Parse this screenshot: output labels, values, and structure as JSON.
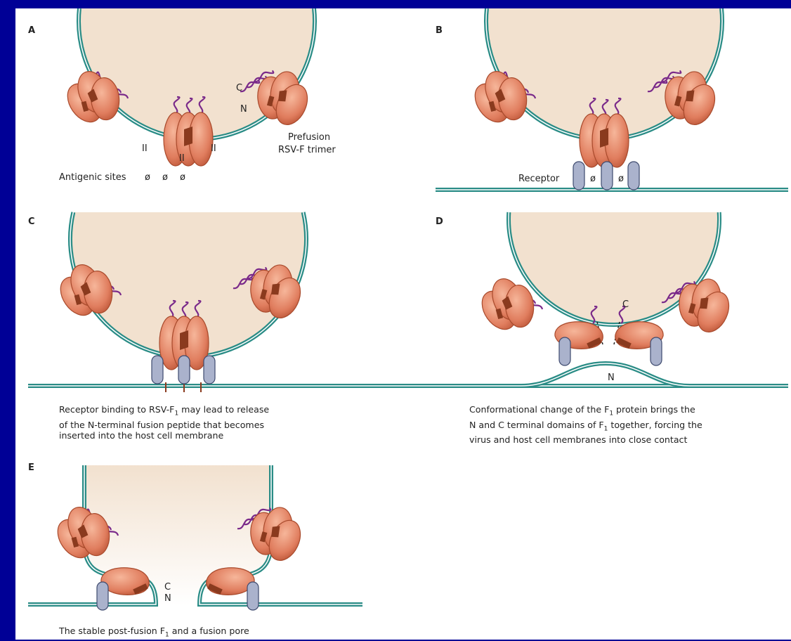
{
  "panels": {
    "a": {
      "letter": "A"
    },
    "b": {
      "letter": "B"
    },
    "c": {
      "letter": "C"
    },
    "d": {
      "letter": "D"
    },
    "e": {
      "letter": "E"
    }
  },
  "labels": {
    "prefusion": "Prefusion",
    "trimer": "RSV-F trimer",
    "antigenic_sites": "Antigenic sites",
    "receptor": "Receptor",
    "site_zero": "ø",
    "site_two": "II",
    "c_terminal": "C",
    "n_terminal": "N"
  },
  "captions": {
    "c": {
      "line1_pre": "Receptor binding to RSV-F",
      "line1_sub": "1",
      "line1_post": " may lead to release",
      "line2": "of the N-terminal fusion peptide that becomes",
      "line3": "inserted into the host cell membrane"
    },
    "d": {
      "line1_pre": "Conformational change of the F",
      "line1_sub": "1",
      "line1_post": " protein brings the",
      "line2_pre": "N and C terminal domains of F",
      "line2_sub": "1",
      "line2_post": " together, forcing the",
      "line3": "virus and host cell membranes into close contact"
    },
    "e": {
      "line1_pre": "The stable post-fusion F",
      "line1_sub": "1",
      "line1_post": " and a fusion pore"
    }
  },
  "colors": {
    "background": "#000096",
    "virus_fill": "#f2e1cf",
    "membrane": "#2a8c86",
    "protein": "#e07d5e",
    "protein_dark": "#8a3a1e",
    "tether": "#7a2a8a",
    "receptor": "#aab2cc"
  }
}
